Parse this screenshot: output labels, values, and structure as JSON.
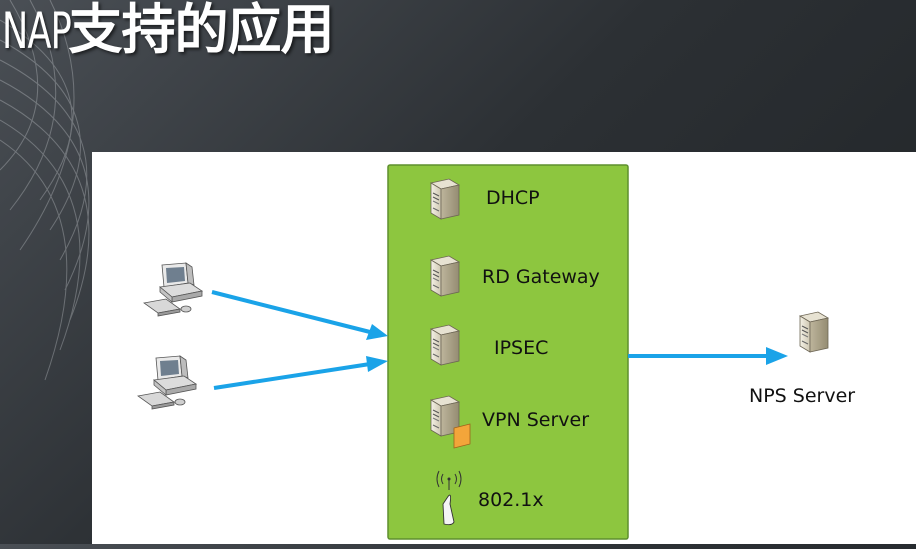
{
  "title": {
    "prefix": "NAP",
    "main": "支持的应用"
  },
  "colors": {
    "panel_fill": "#8dc63f",
    "panel_border": "#5e8f2e",
    "arrow": "#1aa3e8",
    "background": "#2c3034"
  },
  "clients": [
    {
      "icon": "desktop-computer-icon"
    },
    {
      "icon": "desktop-computer-icon"
    }
  ],
  "services": [
    {
      "label": "DHCP",
      "icon": "server-icon"
    },
    {
      "label": "RD Gateway",
      "icon": "server-icon"
    },
    {
      "label": "IPSEC",
      "icon": "server-icon"
    },
    {
      "label": "VPN Server",
      "icon": "vpn-server-icon"
    },
    {
      "label": "802.1x",
      "icon": "wireless-access-point-icon"
    }
  ],
  "nps": {
    "label": "NPS Server",
    "icon": "server-icon"
  }
}
